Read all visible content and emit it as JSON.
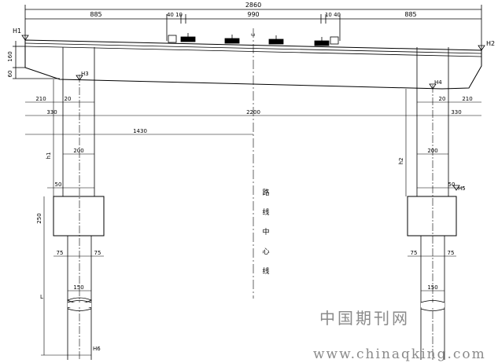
{
  "dimensions": {
    "top_total": "2860",
    "left_span": "885",
    "left_small": "40 10",
    "middle": "990",
    "right_small": "10 40",
    "right_span": "885",
    "cap_height": "160",
    "cap_taper": "60",
    "left_overhang": "210",
    "left_col_offset": "20",
    "right_overhang": "210",
    "right_col_offset": "20",
    "left_half_col": "330",
    "col_spacing": "2200",
    "right_half_col": "330",
    "half_span": "1430",
    "col_width_left": "200",
    "col_width_right": "200",
    "tie_offset_left": "50",
    "tie_offset_right": "50",
    "tie_height": "250",
    "pile_left_a": "75",
    "pile_left_b": "75",
    "pile_right_a": "75",
    "pile_right_b": "75",
    "pile_dia_left": "150",
    "pile_dia_right": "150",
    "pile_length": "L"
  },
  "levels": {
    "h1": "H1",
    "h2": "H2",
    "h3": "H3",
    "h4": "H4",
    "h5": "H5",
    "h6": "H6",
    "col_h1": "h1",
    "col_h2": "h2"
  },
  "centerline": {
    "top_label": "E",
    "chars": [
      "路",
      "线",
      "中",
      "心",
      "线"
    ]
  },
  "watermark": {
    "cn": "中国期刊网",
    "url": "www.chinaqking.com"
  }
}
